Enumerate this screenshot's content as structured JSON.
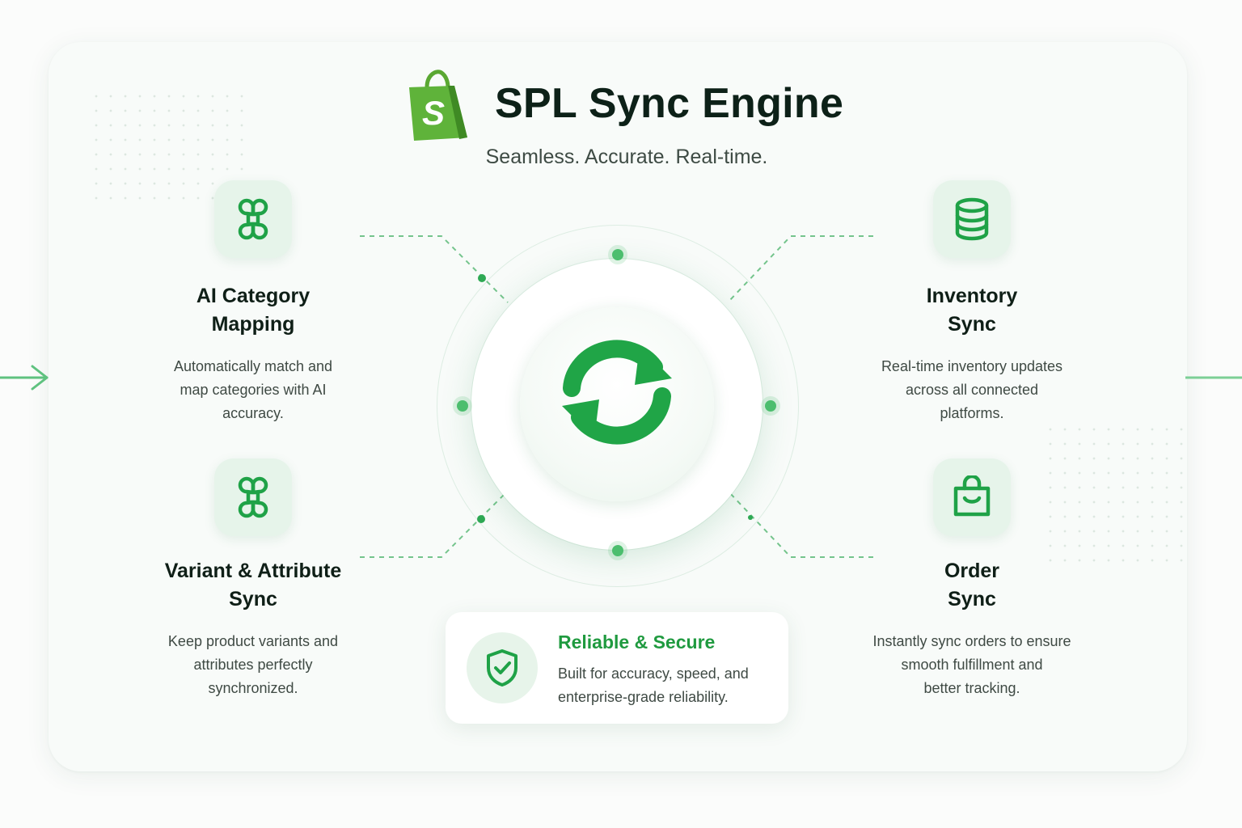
{
  "header": {
    "title": "SPL Sync Engine",
    "subtitle": "Seamless. Accurate. Real-time.",
    "logo_icon": "shopify-bag-icon",
    "logo_letter": "S"
  },
  "colors": {
    "accent": "#1fa247",
    "accent_light": "#e6f4ea",
    "logo_green": "#5aa832",
    "title_dark": "#0d2118"
  },
  "features": {
    "ai_category": {
      "icon": "flower-knot-icon",
      "title_lines": [
        "AI Category",
        "Mapping"
      ],
      "desc_lines": [
        "Automatically match and",
        "map categories with AI",
        "accuracy."
      ]
    },
    "inventory": {
      "icon": "database-icon",
      "title_lines": [
        "Inventory",
        "Sync"
      ],
      "desc_lines": [
        "Real-time inventory updates",
        "across all connected",
        "platforms."
      ]
    },
    "variant": {
      "icon": "flower-knot-icon",
      "title_lines": [
        "Variant & Attribute",
        "Sync"
      ],
      "desc_lines": [
        "Keep product variants and",
        "attributes perfectly",
        "synchronized."
      ]
    },
    "order": {
      "icon": "shopping-bag-icon",
      "title_lines": [
        "Order",
        "Sync"
      ],
      "desc_lines": [
        "Instantly sync orders to ensure",
        "smooth fulfillment and",
        "better tracking."
      ]
    }
  },
  "hub": {
    "icon": "sync-arrows-icon"
  },
  "secure": {
    "icon": "shield-check-icon",
    "title": "Reliable & Secure",
    "desc_lines": [
      "Built for accuracy, speed, and",
      "enterprise-grade reliability."
    ]
  }
}
